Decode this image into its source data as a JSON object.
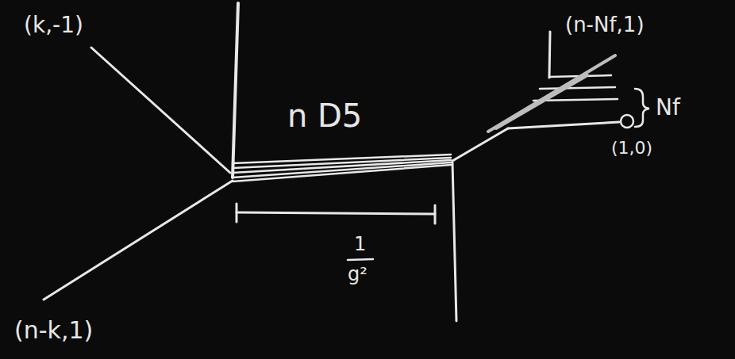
{
  "diagram": {
    "labels": [
      "(k,-1)",
      "n D5",
      "(n-Nf,1)",
      "Nf",
      "(1,0)",
      "(n-k,1)",
      "1",
      "g²"
    ]
  }
}
